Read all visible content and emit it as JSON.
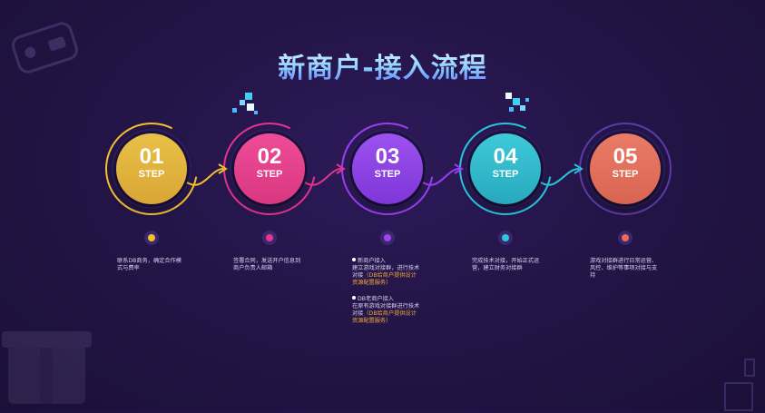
{
  "title": "新商户-接入流程",
  "steps": [
    {
      "number": "01",
      "label": "STEP",
      "color": "#e6b63c",
      "ring": "#f2bf2e",
      "dot": "#f3c21f",
      "desc": [
        "联系DB商务，确定合作模",
        "式与费率"
      ]
    },
    {
      "number": "02",
      "label": "STEP",
      "color": "#e6428f",
      "ring": "#e2348a",
      "dot": "#e8358c",
      "desc": [
        "签署合同，发送开户信息到",
        "商户负责人邮箱"
      ]
    },
    {
      "number": "03",
      "label": "STEP",
      "color": "#8f45e6",
      "ring": "#9a3ff0",
      "dot": "#9f44f2",
      "desc": {
        "new_title": "新商户接入",
        "new_lines": [
          "建立游戏对接群，进行技术",
          "对接"
        ],
        "new_note": [
          "（DB给商户提供设计",
          "资源配置服务）"
        ],
        "old_title": "DB老商户接入",
        "old_lines": [
          "在原有游戏对接群进行技术",
          "对接"
        ],
        "old_note": [
          "（DB给商户提供设计",
          "资源配置服务）"
        ]
      }
    },
    {
      "number": "04",
      "label": "STEP",
      "color": "#33c0d0",
      "ring": "#27c6d9",
      "dot": "#2ec8db",
      "desc": [
        "完成技术对接，开始正式运",
        "营，建立财务对接群"
      ]
    },
    {
      "number": "05",
      "label": "STEP",
      "color": "#e2705c",
      "ring": "#8a4fd6",
      "dot": "#ef6b56",
      "desc": [
        "游戏对接群进行日常运营、",
        "风控、维护等事项对接与支",
        "持"
      ]
    }
  ]
}
